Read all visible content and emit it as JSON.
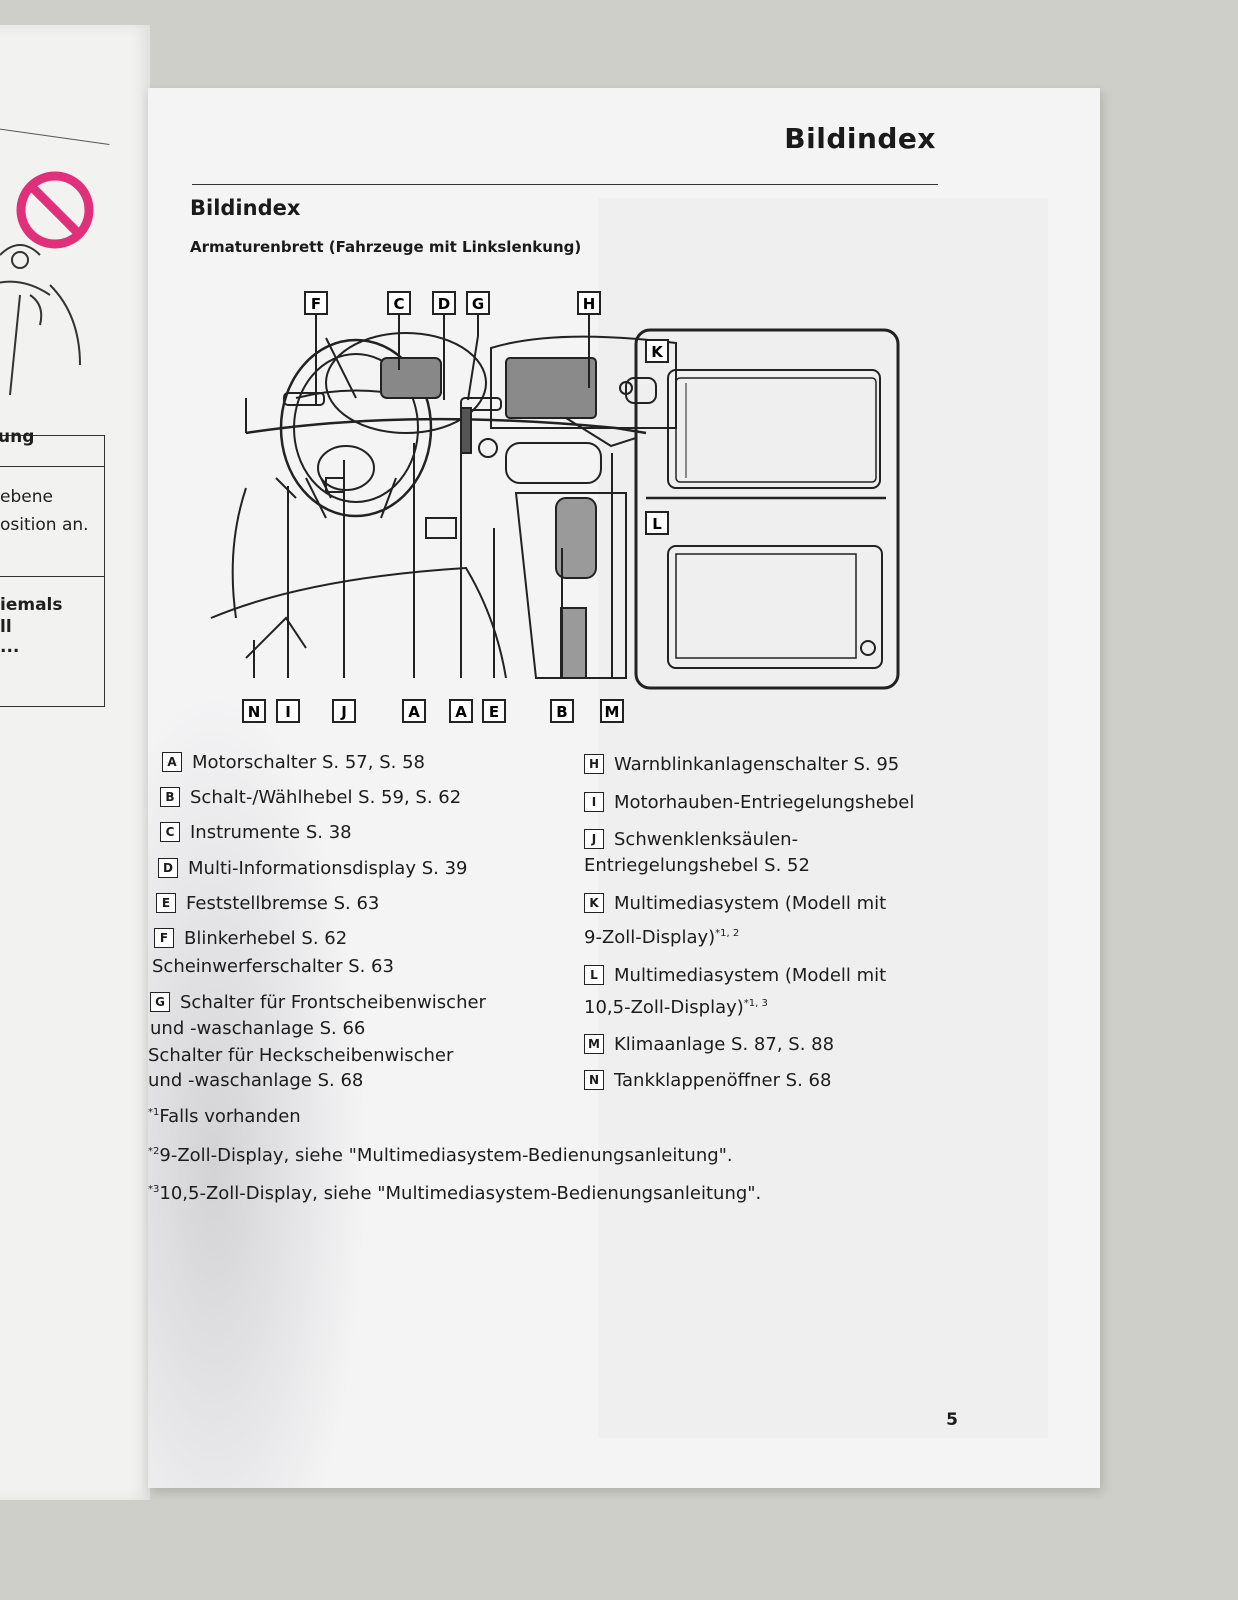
{
  "left_page": {
    "lines": [
      "ung",
      "ebene",
      "osition an.",
      "iemals",
      "ll",
      "..."
    ]
  },
  "header": {
    "running_title": "Bildindex"
  },
  "section": {
    "title": "Bildindex",
    "subtitle": "Armaturenbrett (Fahrzeuge mit Linkslenkung)"
  },
  "diagram": {
    "labels": {
      "F": "F",
      "C": "C",
      "D": "D",
      "G": "G",
      "H": "H",
      "K": "K",
      "L": "L",
      "N": "N",
      "I": "I",
      "J": "J",
      "A": "A",
      "E": "E",
      "B": "B",
      "M": "M"
    }
  },
  "legend_left": [
    {
      "letter": "A",
      "lines": [
        "Motorschalter S. 57, S. 58"
      ]
    },
    {
      "letter": "B",
      "lines": [
        "Schalt-/Wählhebel S. 59, S. 62"
      ]
    },
    {
      "letter": "C",
      "lines": [
        "Instrumente S. 38"
      ]
    },
    {
      "letter": "D",
      "lines": [
        "Multi-Informationsdisplay S. 39"
      ]
    },
    {
      "letter": "E",
      "lines": [
        "Feststellbremse S. 63"
      ]
    },
    {
      "letter": "F",
      "lines": [
        "Blinkerhebel S. 62",
        "Scheinwerferschalter S. 63"
      ]
    },
    {
      "letter": "G",
      "lines": [
        "Schalter für Frontscheibenwischer",
        "und -waschanlage S. 66",
        "Schalter für Heckscheibenwischer",
        "und -waschanlage S. 68"
      ]
    }
  ],
  "legend_right": [
    {
      "letter": "H",
      "lines": [
        "Warnblinkanlagenschalter S. 95"
      ]
    },
    {
      "letter": "I",
      "lines": [
        "Motorhauben-Entriegelungshebel"
      ]
    },
    {
      "letter": "J",
      "lines": [
        "Schwenklenksäulen-",
        "Entriegelungshebel S. 52"
      ]
    },
    {
      "letter": "K",
      "lines": [
        "Multimediasystem (Modell mit",
        "9-Zoll-Display)"
      ],
      "sup": "*1, 2"
    },
    {
      "letter": "L",
      "lines": [
        "Multimediasystem (Modell mit",
        "10,5-Zoll-Display)"
      ],
      "sup": "*1, 3"
    },
    {
      "letter": "M",
      "lines": [
        "Klimaanlage S. 87, S. 88"
      ]
    },
    {
      "letter": "N",
      "lines": [
        "Tankklappenöffner S. 68"
      ]
    }
  ],
  "footnotes": [
    {
      "mark": "*1",
      "text": "Falls vorhanden"
    },
    {
      "mark": "*2",
      "text": "9-Zoll-Display, siehe \"Multimediasystem-Bedienungsanleitung\"."
    },
    {
      "mark": "*3",
      "text": "10,5-Zoll-Display, siehe \"Multimediasystem-Bedienungsanleitung\"."
    }
  ],
  "page_number": "5",
  "colors": {
    "prohibition": "#e0307a",
    "ink": "#1a1a1a",
    "paper": "#f4f4f5",
    "table": "#cfcfc9"
  }
}
